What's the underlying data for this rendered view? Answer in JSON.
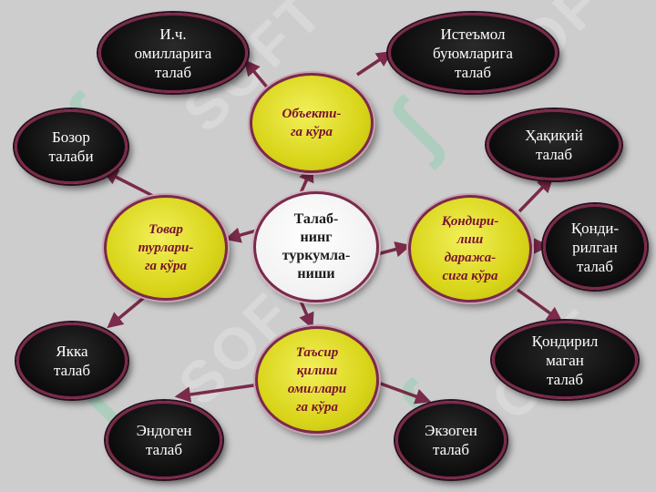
{
  "colors": {
    "background": "#cdcdcd",
    "arrow": "#7a2a4a",
    "yellow_node": "#d9d51a",
    "yellow_text": "#7a1030",
    "dark_node": "#0b0b0b",
    "dark_text": "#ffffff"
  },
  "watermark": {
    "text": "SOFT"
  },
  "center": {
    "label": "Талаб-\nнинг\nтуркумла-\nниши"
  },
  "categories": {
    "object": {
      "label": "Объекти-\nга кўра"
    },
    "goods": {
      "label": "Товар\nтурлари-\nга кўра"
    },
    "satisfaction": {
      "label": "Қондири-\nлиш\nдаража-\nсига кўра"
    },
    "influence": {
      "label": "Таъсир\nқилиш\nомиллари\nга кўра"
    }
  },
  "leaves": {
    "production": {
      "label": "И.ч.\nомилларига\nталаб"
    },
    "consumer": {
      "label": "Истеъмол\nбуюмларига\nталаб"
    },
    "market": {
      "label": "Бозор\nталаби"
    },
    "real": {
      "label": "Ҳақиқий\nталаб"
    },
    "satisfied": {
      "label": "Қонди-\nрилган\nталаб"
    },
    "unsatisfied": {
      "label": "Қондирил\nмаган\nталаб"
    },
    "single": {
      "label": "Якка\nталаб"
    },
    "endogenous": {
      "label": "Эндоген\nталаб"
    },
    "exogenous": {
      "label": "Экзоген\nталаб"
    }
  }
}
